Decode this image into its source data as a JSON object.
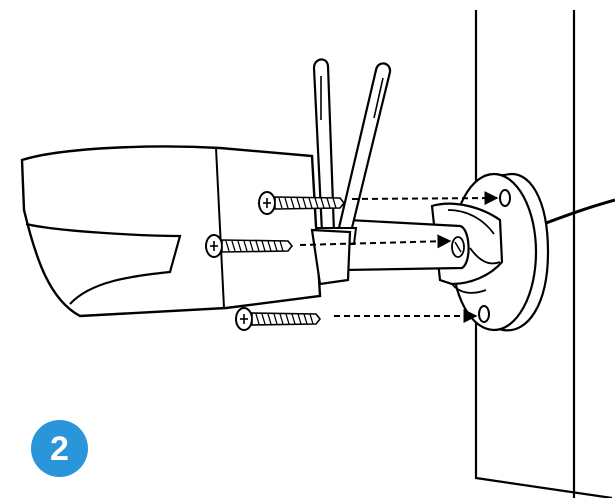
{
  "step": {
    "number": "2",
    "badge_color": "#2a95d9"
  },
  "illustration": {
    "subject": "bullet-camera-wall-mount-installation",
    "line_color": "#000000",
    "fill_color": "#ffffff",
    "screw_count": 3,
    "icons": [
      "wall-icon",
      "camera-body-icon",
      "antenna-icon",
      "screw-icon",
      "mounting-bracket-icon",
      "power-cable-icon",
      "dashed-arrow-icon"
    ]
  }
}
